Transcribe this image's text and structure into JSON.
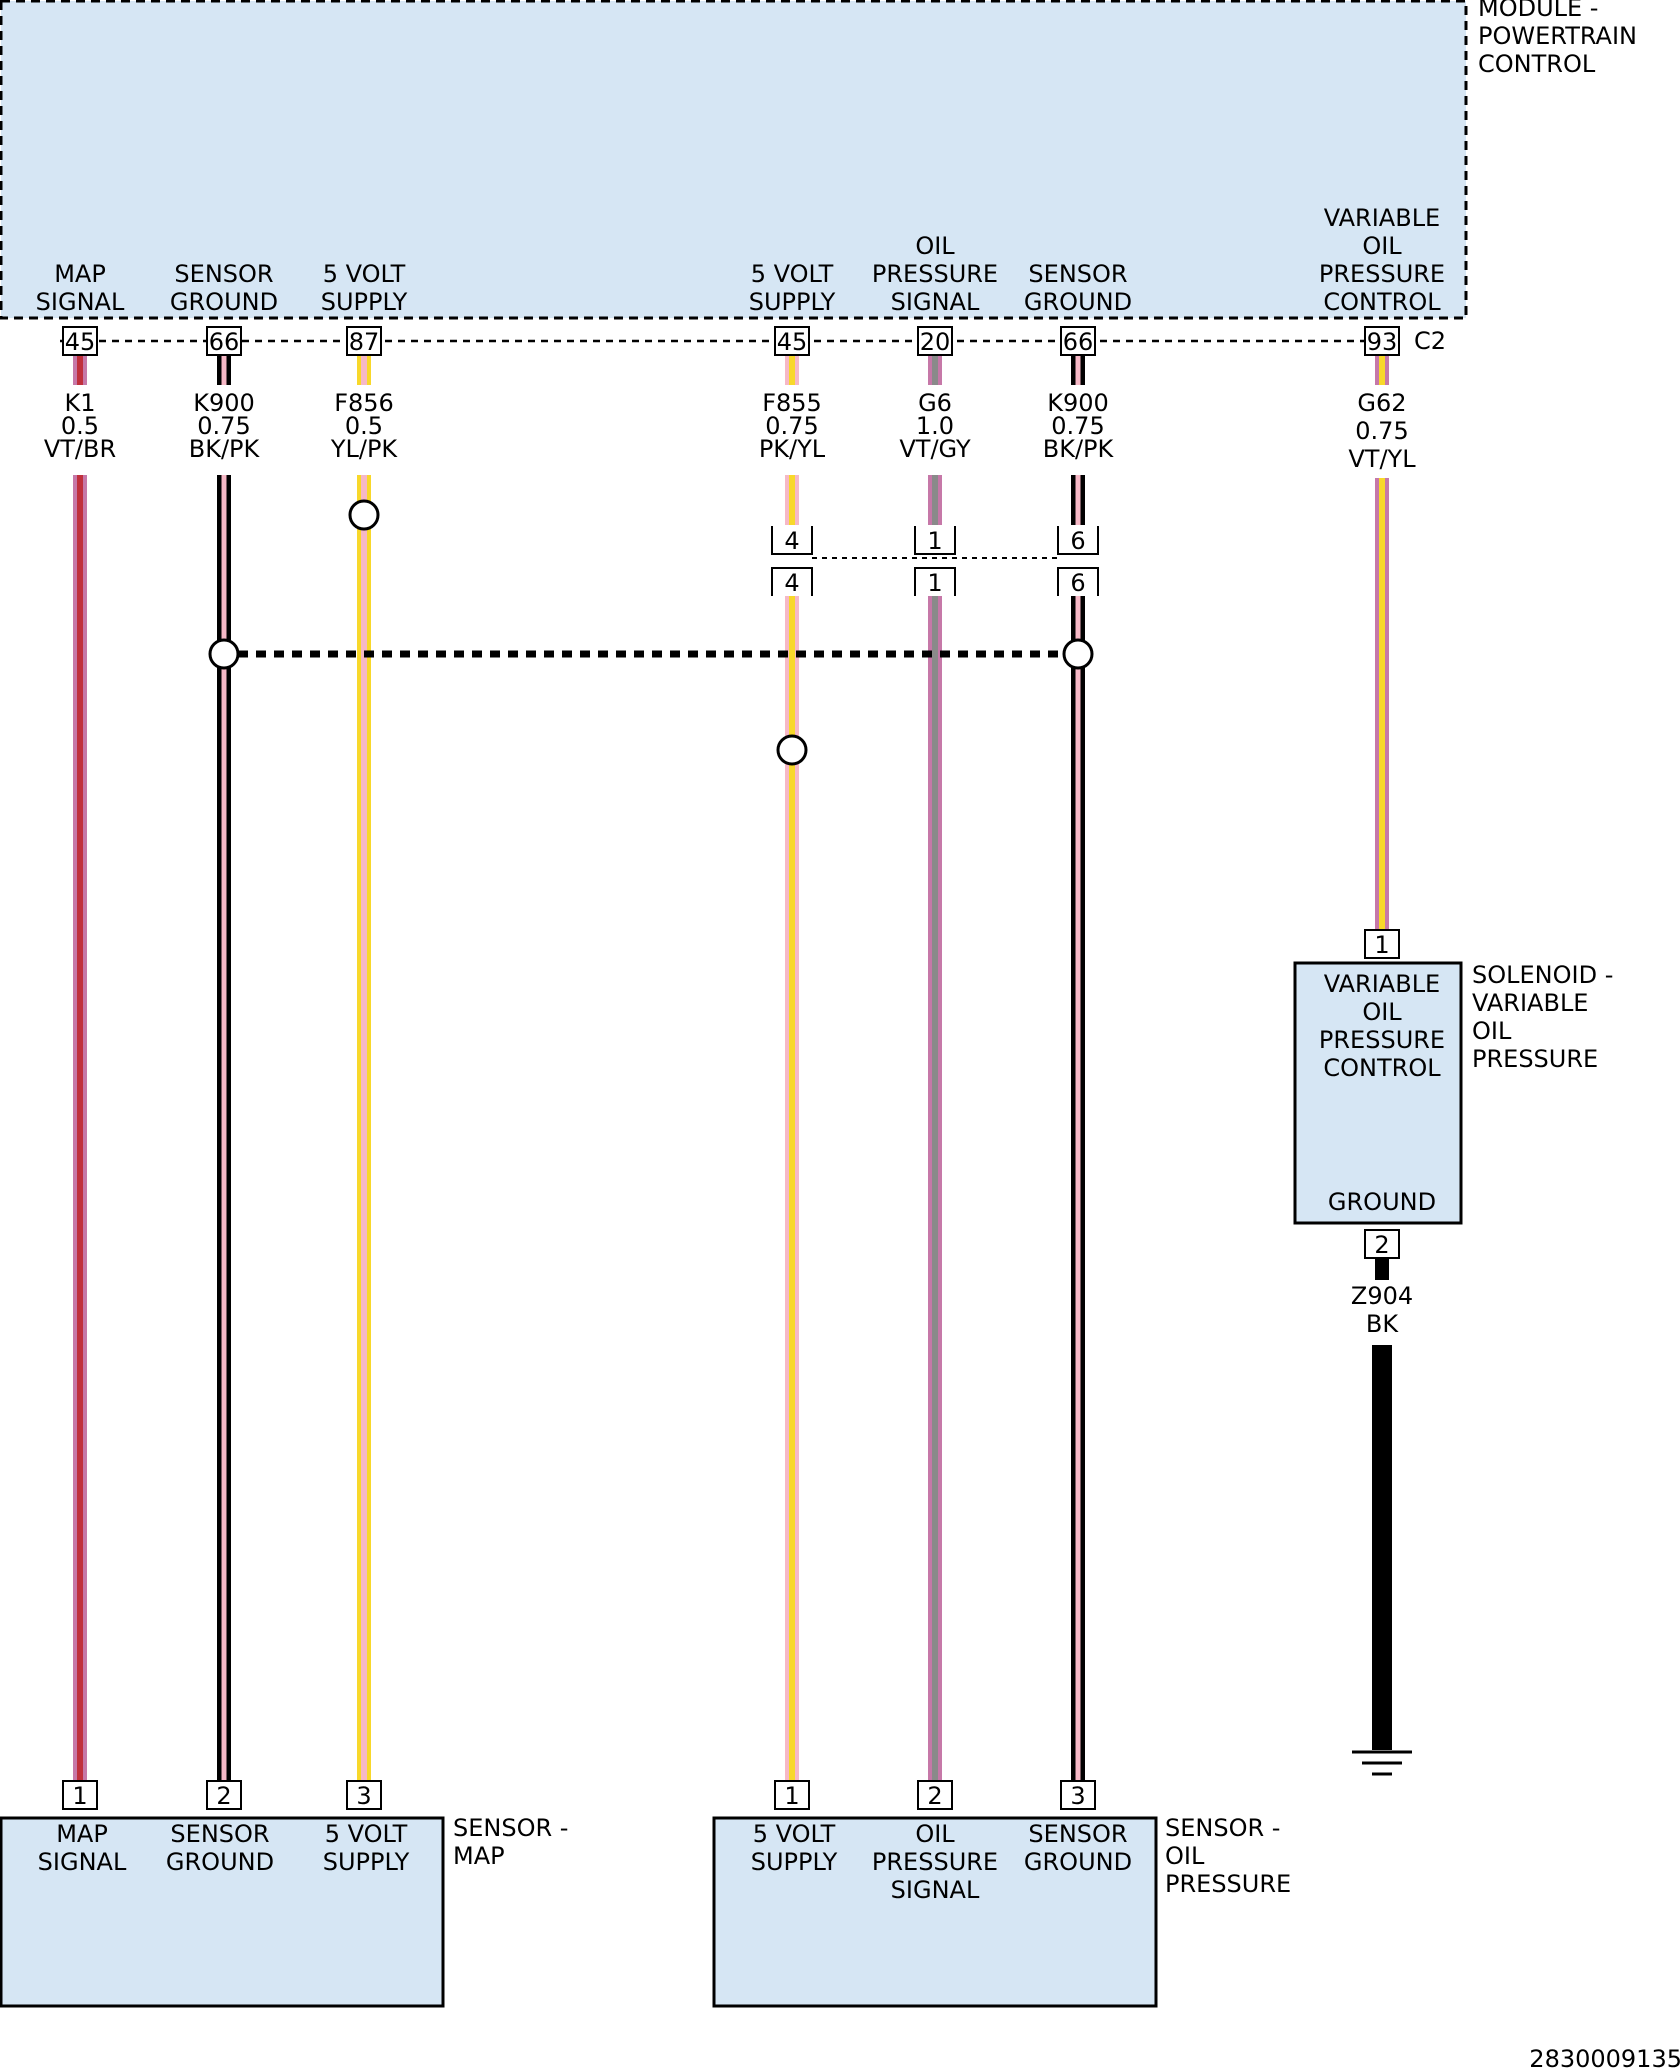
{
  "pcm": {
    "name_lines": [
      "MODULE -",
      "POWERTRAIN",
      "CONTROL"
    ],
    "connector": "C2",
    "fill": "#d6e6f4"
  },
  "colors": {
    "VT": "#c678a8",
    "BR": "#c0303c",
    "BK": "#000000",
    "PK": "#f6b8c6",
    "YL": "#f8d82a",
    "GY": "#8a8a8a",
    "box_fill": "#d6e6f4"
  },
  "circuits": [
    {
      "id": "map-signal",
      "pcm_label": [
        "MAP",
        "SIGNAL"
      ],
      "pcm_pin": "45",
      "circuit": "K1",
      "gauge": "0.5",
      "color": "VT/BR",
      "sensor_pin": "1",
      "sensor_label": [
        "MAP",
        "SIGNAL"
      ]
    },
    {
      "id": "sensor-ground-map",
      "pcm_label": [
        "SENSOR",
        "GROUND"
      ],
      "pcm_pin": "66",
      "circuit": "K900",
      "gauge": "0.75",
      "color": "BK/PK",
      "sensor_pin": "2",
      "sensor_label": [
        "SENSOR",
        "GROUND"
      ]
    },
    {
      "id": "5v-supply-map",
      "pcm_label": [
        "5 VOLT",
        "SUPPLY"
      ],
      "pcm_pin": "87",
      "circuit": "F856",
      "gauge": "0.5",
      "color": "YL/PK",
      "sensor_pin": "3",
      "sensor_label": [
        "5 VOLT",
        "SUPPLY"
      ]
    },
    {
      "id": "5v-supply-oil",
      "pcm_label": [
        "5 VOLT",
        "SUPPLY"
      ],
      "pcm_pin": "45",
      "circuit": "F855",
      "gauge": "0.75",
      "color": "PK/YL",
      "inline_pin": "4",
      "sensor_pin": "1",
      "sensor_label": [
        "5 VOLT",
        "SUPPLY"
      ]
    },
    {
      "id": "oil-pressure-signal",
      "pcm_label": [
        "OIL",
        "PRESSURE",
        "SIGNAL"
      ],
      "pcm_pin": "20",
      "circuit": "G6",
      "gauge": "1.0",
      "color": "VT/GY",
      "inline_pin": "1",
      "sensor_pin": "2",
      "sensor_label": [
        "OIL",
        "PRESSURE",
        "SIGNAL"
      ]
    },
    {
      "id": "sensor-ground-oil",
      "pcm_label": [
        "SENSOR",
        "GROUND"
      ],
      "pcm_pin": "66",
      "circuit": "K900",
      "gauge": "0.75",
      "color": "BK/PK",
      "inline_pin": "6",
      "sensor_pin": "3",
      "sensor_label": [
        "SENSOR",
        "GROUND"
      ]
    },
    {
      "id": "vop-control",
      "pcm_label": [
        "VARIABLE",
        "OIL",
        "PRESSURE",
        "CONTROL"
      ],
      "pcm_pin": "93",
      "circuit": "G62",
      "gauge": "0.75",
      "color": "VT/YL",
      "sensor_pin": "1"
    }
  ],
  "solenoid": {
    "name_lines": [
      "SOLENOID -",
      "VARIABLE",
      "OIL",
      "PRESSURE"
    ],
    "top_label": [
      "VARIABLE",
      "OIL",
      "PRESSURE",
      "CONTROL"
    ],
    "bottom_label": "GROUND",
    "ground_pin": "2",
    "ground_circuit": "Z904",
    "ground_color": "BK"
  },
  "sensor_map": {
    "name_lines": [
      "SENSOR -",
      "MAP"
    ]
  },
  "sensor_oil": {
    "name_lines": [
      "SENSOR -",
      "OIL",
      "PRESSURE"
    ]
  },
  "figure_id": "2830009135"
}
